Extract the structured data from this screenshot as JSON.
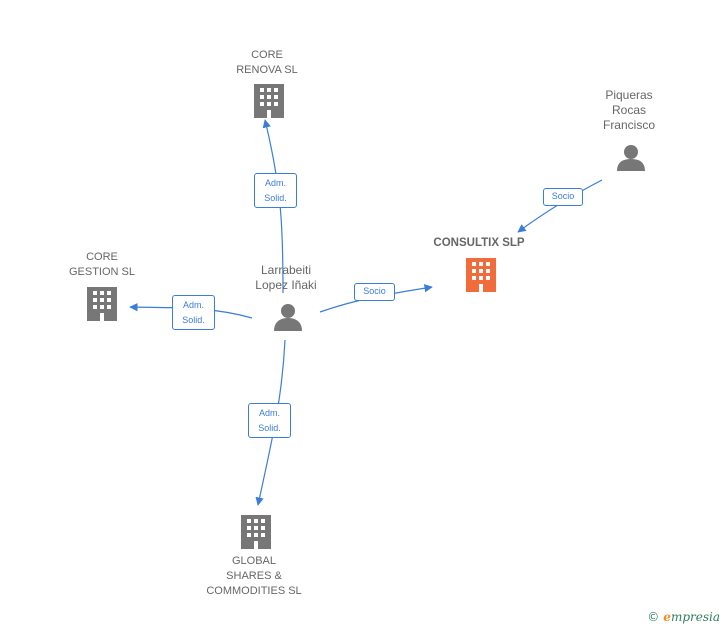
{
  "nodes": {
    "core_renova": "CORE\nRENOVA SL",
    "core_gestion": "CORE\nGESTION SL",
    "global_shares": "GLOBAL\nSHARES &\nCOMMODITIES SL",
    "consultix": "CONSULTIX SLP",
    "larrabeiti": "Larrabeiti\nLopez Iñaki",
    "piqueras": "Piqueras\nRocas\nFrancisco"
  },
  "edges": {
    "adm_solid_renova": "Adm.\nSolid.",
    "adm_solid_gestion": "Adm.\nSolid.",
    "adm_solid_global": "Adm.\nSolid.",
    "socio_larrabeiti": "Socio",
    "socio_piqueras": "Socio"
  },
  "brand": {
    "copyright": "©",
    "initial": "e",
    "name": "mpresia"
  },
  "colors": {
    "edge": "#3b7dd8",
    "company": "#777777",
    "focus_company": "#f26b3a",
    "person": "#777777"
  }
}
